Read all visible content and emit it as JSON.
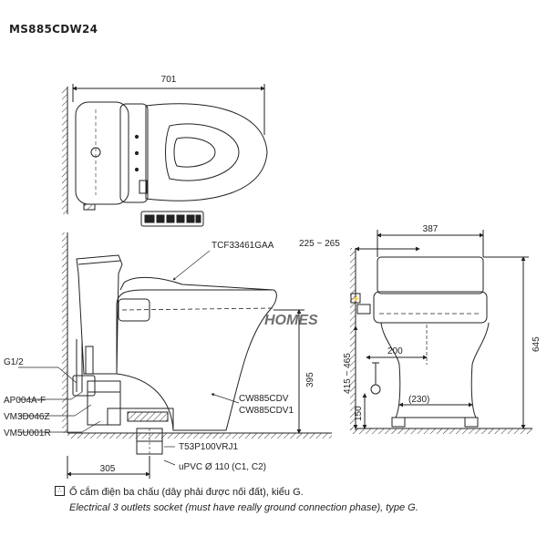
{
  "model_code": "MS885CDW24",
  "watermark": "HOMES",
  "dimensions": {
    "top_width": "701",
    "front_width": "387",
    "offset_range": "225 ~ 265",
    "side_depth": "305",
    "height_front": "645",
    "seat_height": "395",
    "height_range": "415 ~ 465",
    "water_inlet_height": "150",
    "outlet_horizontal": "200",
    "base_width": "(230)"
  },
  "part_labels": {
    "seat": "TCF33461GAA",
    "inlet_thread": "G1/2",
    "valve": "AP004A-F",
    "hose": "VM3D046Z",
    "flange": "VM5U001R",
    "bowl_1": "CW885CDV",
    "bowl_2": "CW885CDV1",
    "pipe_adapter": "T53P100VRJ1",
    "pipe_spec": "uPVC Ø 110 (C1, C2)"
  },
  "notes": {
    "vi": "Ổ cắm điện ba chấu (dây phải được nối đất), kiểu G.",
    "en": "Electrical 3 outlets socket (must have really ground connection phase), type G."
  },
  "icons": {
    "outlet_symbol": "power-outlet-icon"
  }
}
